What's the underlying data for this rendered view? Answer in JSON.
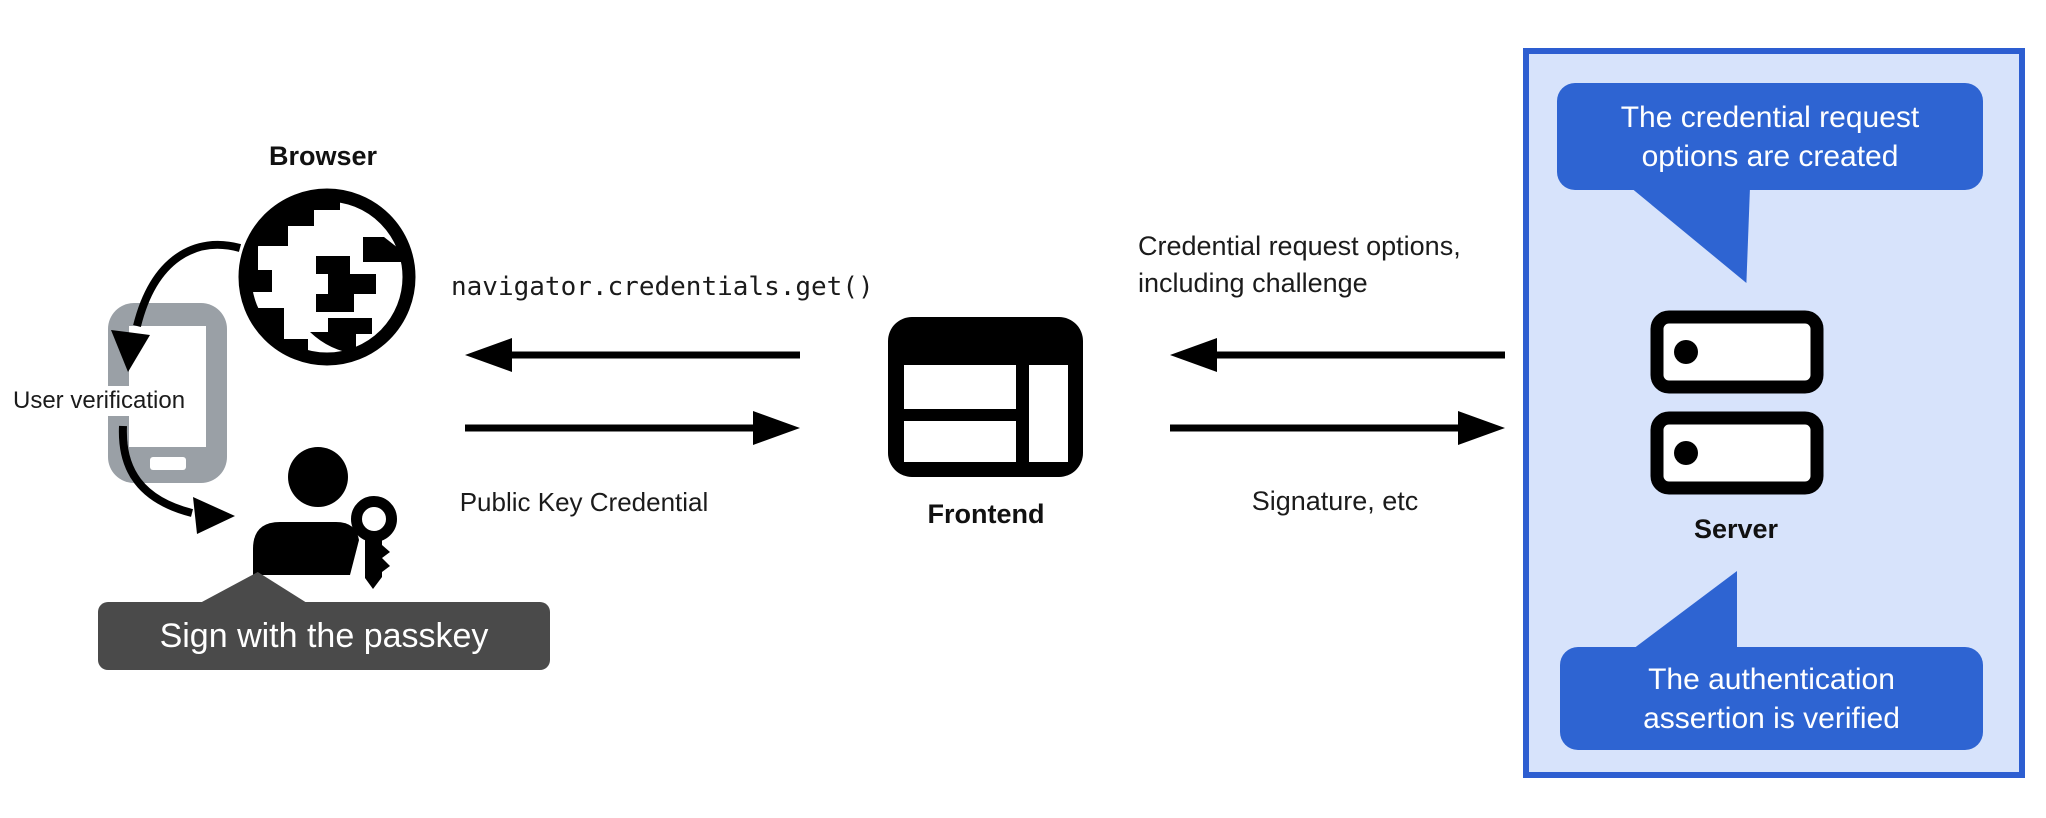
{
  "left": {
    "browser_label": "Browser",
    "user_verification_label": "User verification",
    "passkey_tooltip": "Sign with the passkey"
  },
  "center": {
    "code_call": "navigator.credentials.get()",
    "public_key_credential_label": "Public Key Credential",
    "frontend_label": "Frontend"
  },
  "right": {
    "credential_request_line1": "Credential request options,",
    "credential_request_line2": "including challenge",
    "signature_label": "Signature, etc"
  },
  "server_panel": {
    "bubble_top": {
      "line1": "The credential request",
      "line2": "options are created"
    },
    "server_label": "Server",
    "bubble_bottom": {
      "line1": "The authentication",
      "line2": "assertion is verified"
    }
  },
  "icons": {
    "browser": "globe-icon",
    "authenticator": "smartphone-icon",
    "user": "person-with-key-icon",
    "frontend": "browser-window-icon",
    "server": "server-stack-icon"
  },
  "colors": {
    "accent_blue": "#2e64d2",
    "panel_fill": "#d7e3fb",
    "panel_border": "#2d5ed1",
    "tooltip_bg": "#4a4a4a",
    "phone_gray": "#9aa0a6",
    "icon_black": "#000000"
  }
}
